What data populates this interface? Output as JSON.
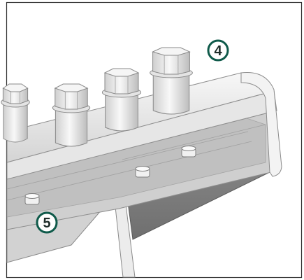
{
  "diagram": {
    "callouts": [
      {
        "id": "4",
        "label": "4"
      },
      {
        "id": "5",
        "label": "5"
      }
    ],
    "colors": {
      "frame": "#2f2f2f",
      "callout_ring": "#0f5a4a",
      "callout_text": "#1f2d2a",
      "steel_light": "#f2f2f2",
      "steel_mid": "#d9d9d9",
      "steel_dark": "#a9a9a9",
      "panel_dark": "#7d7d7d",
      "panel_light": "#c9c9c9"
    },
    "icons": {
      "bolt": "hex-bolt-icon",
      "nut": "clip-nut-icon",
      "callout": "numbered-callout-icon"
    }
  }
}
